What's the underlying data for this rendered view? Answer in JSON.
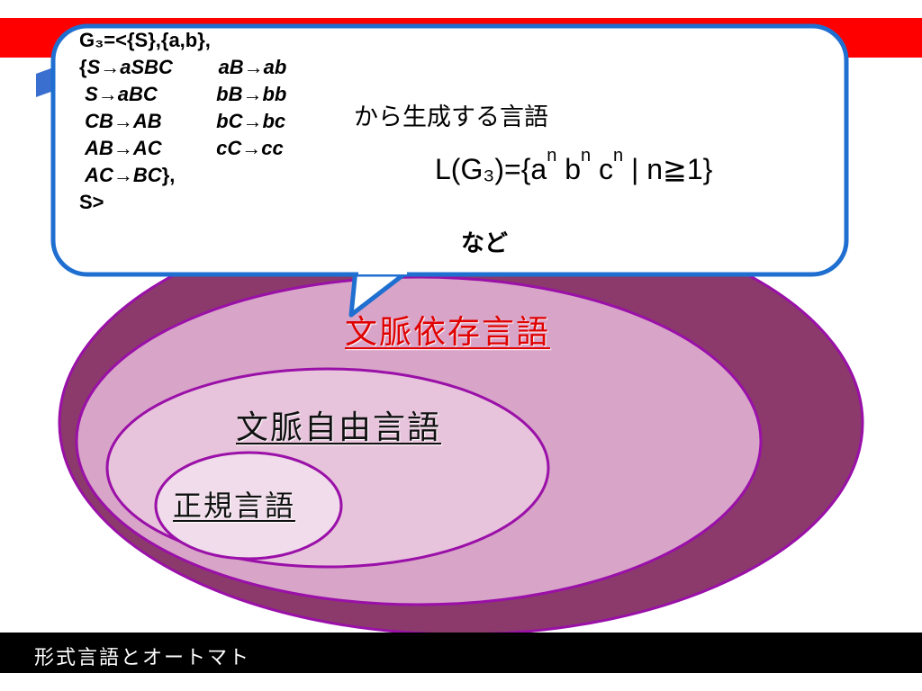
{
  "colors": {
    "top_bar": "#ff0000",
    "outer_ellipse": "#8b3a6b",
    "middle_ellipse": "#d8a4c8",
    "inner_ellipse": "#e8c4dc",
    "innermost_ellipse": "#f0dcea",
    "ellipse_border": "#9a10a8",
    "callout_border": "#1f6fd1",
    "highlight_label": "#e00000",
    "footer_bar": "#000000"
  },
  "callout": {
    "grammar_header": "G₃=<{S},{a,b},",
    "rules": [
      [
        "S→aSBC",
        "aB→ab"
      ],
      [
        "S→aBC",
        "bB→bb"
      ],
      [
        "CB→AB",
        "bC→bc"
      ],
      [
        "AB→AC",
        "cC→cc"
      ]
    ],
    "last_rule": "AC→BC",
    "last_rule_close": "},",
    "open_brace": "{",
    "start_symbol": "S>",
    "generates_text": "から生成する言語",
    "language": {
      "prefix": "L(G₃)={a",
      "b": " b",
      "c": " c",
      "suffix": " | n≧1}",
      "exponent": "n"
    },
    "etc_text": "など"
  },
  "labels": {
    "context_sensitive": "文脈依存言語",
    "context_free": "文脈自由言語",
    "regular": "正規言語"
  },
  "footer": {
    "title": "形式言語とオートマト"
  }
}
